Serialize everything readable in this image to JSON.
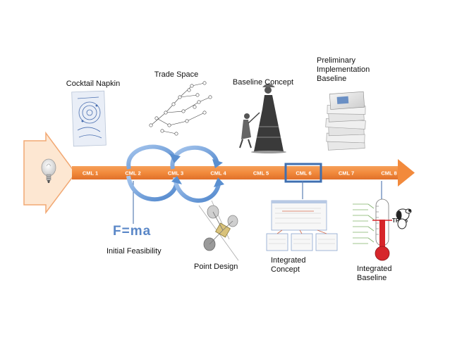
{
  "milestones": [
    {
      "label": "CML 1"
    },
    {
      "label": "CML 2"
    },
    {
      "label": "CML 3"
    },
    {
      "label": "CML 4"
    },
    {
      "label": "CML 5"
    },
    {
      "label": "CML 6",
      "highlighted": true
    },
    {
      "label": "CML 7"
    },
    {
      "label": "CML 8"
    }
  ],
  "labels": {
    "cocktail_napkin": "Cocktail Napkin",
    "trade_space": "Trade Space",
    "baseline_concept": "Baseline Concept",
    "preliminary_implementation_baseline": "Preliminary\nImplementation\nBaseline",
    "formula": "F=ma",
    "initial_feasibility": "Initial Feasibility",
    "point_design": "Point Design",
    "integrated_concept": "Integrated\nConcept",
    "integrated_baseline": "Integrated\nBaseline",
    "trl": "TRL 6"
  },
  "colors": {
    "arrow_fill": "#f28a3c",
    "arrow_dark": "#e0702a",
    "highlight_box": "#3f6fb0",
    "cycle_arrows": "#6f9fd8",
    "start_arrow_fill": "#fde7d2",
    "thermometer": "#d6262b"
  },
  "icons": {
    "start": "lightbulb-icon",
    "cocktail_napkin": "napkin-sketch-icon",
    "trade_space": "tree-diagram-icon",
    "baseline_concept": "engraving-figures-icon",
    "preliminary_implementation_baseline": "document-stack-icon",
    "point_design": "spacecraft-icon",
    "integrated_concept": "screenshots-icon",
    "integrated_baseline": "thermometer-icon",
    "mascot": "snoopy-icon"
  }
}
